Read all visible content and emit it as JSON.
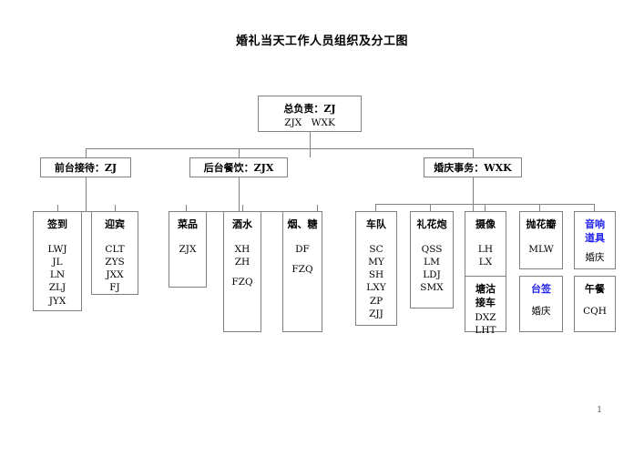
{
  "document": {
    "title": "婚礼当天工作人员组织及分工图",
    "page_number": "1"
  },
  "colors": {
    "border": "#808080",
    "text": "#000000",
    "highlight": "#2222ee",
    "background": "#ffffff"
  },
  "chart_data": {
    "type": "diagram",
    "diagram_type": "organization-chart",
    "title": "婚礼当天工作人员组织及分工图",
    "levels": 3,
    "root": {
      "header": "总负责：ZJ",
      "members": [
        "ZJX　WXK"
      ]
    },
    "branches": [
      {
        "header": "前台接待：ZJ",
        "children": [
          {
            "header": "签到",
            "members": [
              "LWJ",
              "JL",
              "LN",
              "ZLJ",
              "JYX"
            ]
          },
          {
            "header": "迎宾",
            "members": [
              "CLT",
              "ZYS",
              "JXX",
              "FJ"
            ]
          }
        ]
      },
      {
        "header": "后台餐饮：ZJX",
        "children": [
          {
            "header": "菜品",
            "members": [
              "ZJX"
            ]
          },
          {
            "header": "酒水",
            "members": [
              "XH",
              "ZH",
              "",
              "FZQ"
            ]
          },
          {
            "header": "烟、糖",
            "members": [
              "DF",
              "",
              "FZQ"
            ]
          }
        ]
      },
      {
        "header": "婚庆事务：WXK",
        "children": [
          {
            "header": "车队",
            "members": [
              "SC",
              "MY",
              "SH",
              "LXY",
              "ZP",
              "ZJJ"
            ]
          },
          {
            "header": "礼花炮",
            "members": [
              "QSS",
              "LM",
              "LDJ",
              "SMX"
            ]
          },
          {
            "header": "摄像",
            "members": [
              "LH",
              "LX"
            ]
          },
          {
            "header": "抛花瓣",
            "members": [
              "MLW"
            ]
          },
          {
            "header": "音响道具",
            "header_color": "#2222ee",
            "members": [
              "婚庆"
            ]
          },
          {
            "header": "塘沽接车",
            "members": [
              "DXZ",
              "LHT"
            ]
          },
          {
            "header": "台签",
            "header_color": "#2222ee",
            "members": [
              "婚庆"
            ]
          },
          {
            "header": "午餐",
            "members": [
              "CQH"
            ]
          }
        ]
      }
    ]
  },
  "nodes": {
    "root": {
      "line1": "总负责：ZJ",
      "line2": "ZJX　WXK"
    },
    "l2": {
      "reception": "前台接待：ZJ",
      "catering": "后台餐饮：ZJX",
      "wedding": "婚庆事务：WXK"
    },
    "signin": {
      "title": "签到",
      "m1": "LWJ",
      "m2": "JL",
      "m3": "LN",
      "m4": "ZLJ",
      "m5": "JYX"
    },
    "greeter": {
      "title": "迎宾",
      "m1": "CLT",
      "m2": "ZYS",
      "m3": "JXX",
      "m4": "FJ"
    },
    "dishes": {
      "title": "菜品",
      "m1": "ZJX"
    },
    "drinks": {
      "title": "酒水",
      "m1": "XH",
      "m2": "ZH",
      "m3": "FZQ"
    },
    "smoke": {
      "title": "烟、糖",
      "m1": "DF",
      "m2": "FZQ"
    },
    "fleet": {
      "title": "车队",
      "m1": "SC",
      "m2": "MY",
      "m3": "SH",
      "m4": "LXY",
      "m5": "ZP",
      "m6": "ZJJ"
    },
    "cannon": {
      "title": "礼花炮",
      "m1": "QSS",
      "m2": "LM",
      "m3": "LDJ",
      "m4": "SMX"
    },
    "video": {
      "title": "摄像",
      "m1": "LH",
      "m2": "LX"
    },
    "petals": {
      "title": "抛花瓣",
      "m1": "MLW"
    },
    "audio": {
      "title1": "音响",
      "title2": "道具",
      "m1": "婚庆"
    },
    "pickup": {
      "title1": "塘沽",
      "title2": "接车",
      "m1": "DXZ",
      "m2": "LHT"
    },
    "placard": {
      "title": "台签",
      "m1": "婚庆"
    },
    "lunch": {
      "title": "午餐",
      "m1": "CQH"
    }
  }
}
